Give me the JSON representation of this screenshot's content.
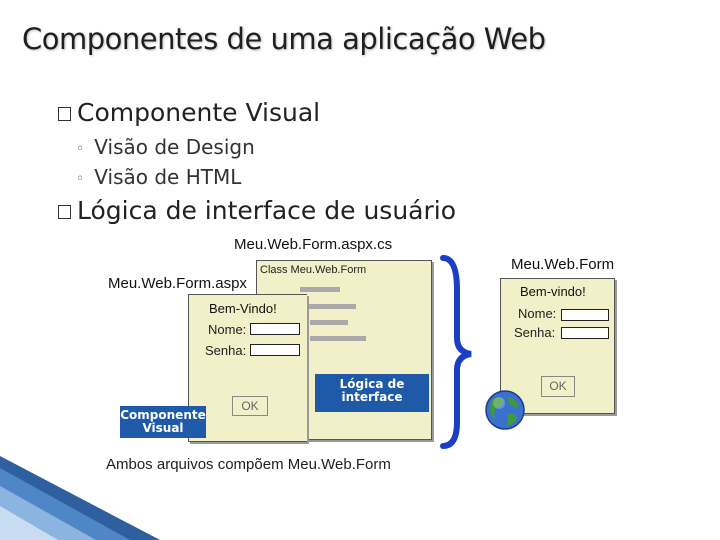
{
  "title": "Componentes de uma aplicação Web",
  "bullets": [
    {
      "text": "Componente Visual",
      "sub": [
        "Visão de Design",
        "Visão de HTML"
      ]
    },
    {
      "text": "Lógica de interface de usuário"
    }
  ],
  "diagram": {
    "cs_file": "Meu.Web.Form.aspx.cs",
    "aspx_file": "Meu.Web.Form.aspx",
    "class_label": "Class Meu.Web.Form",
    "bem_vindo": "Bem-Vindo!",
    "nome": "Nome:",
    "senha": "Senha:",
    "ok": "OK",
    "logica_tag": "Lógica de interface",
    "visual_tag": "Componente Visual",
    "caption": "Ambos arquivos compõem Meu.Web.Form",
    "result_title": "Meu.Web.Form",
    "result_bem_vindo": "Bem-vindo!",
    "result_nome": "Nome:",
    "result_senha": "Senha:",
    "result_ok": "OK"
  },
  "colors": {
    "page_fill": "#f2f0c8",
    "brace": "#1a3fc4",
    "tag": "#1e5aa8"
  }
}
